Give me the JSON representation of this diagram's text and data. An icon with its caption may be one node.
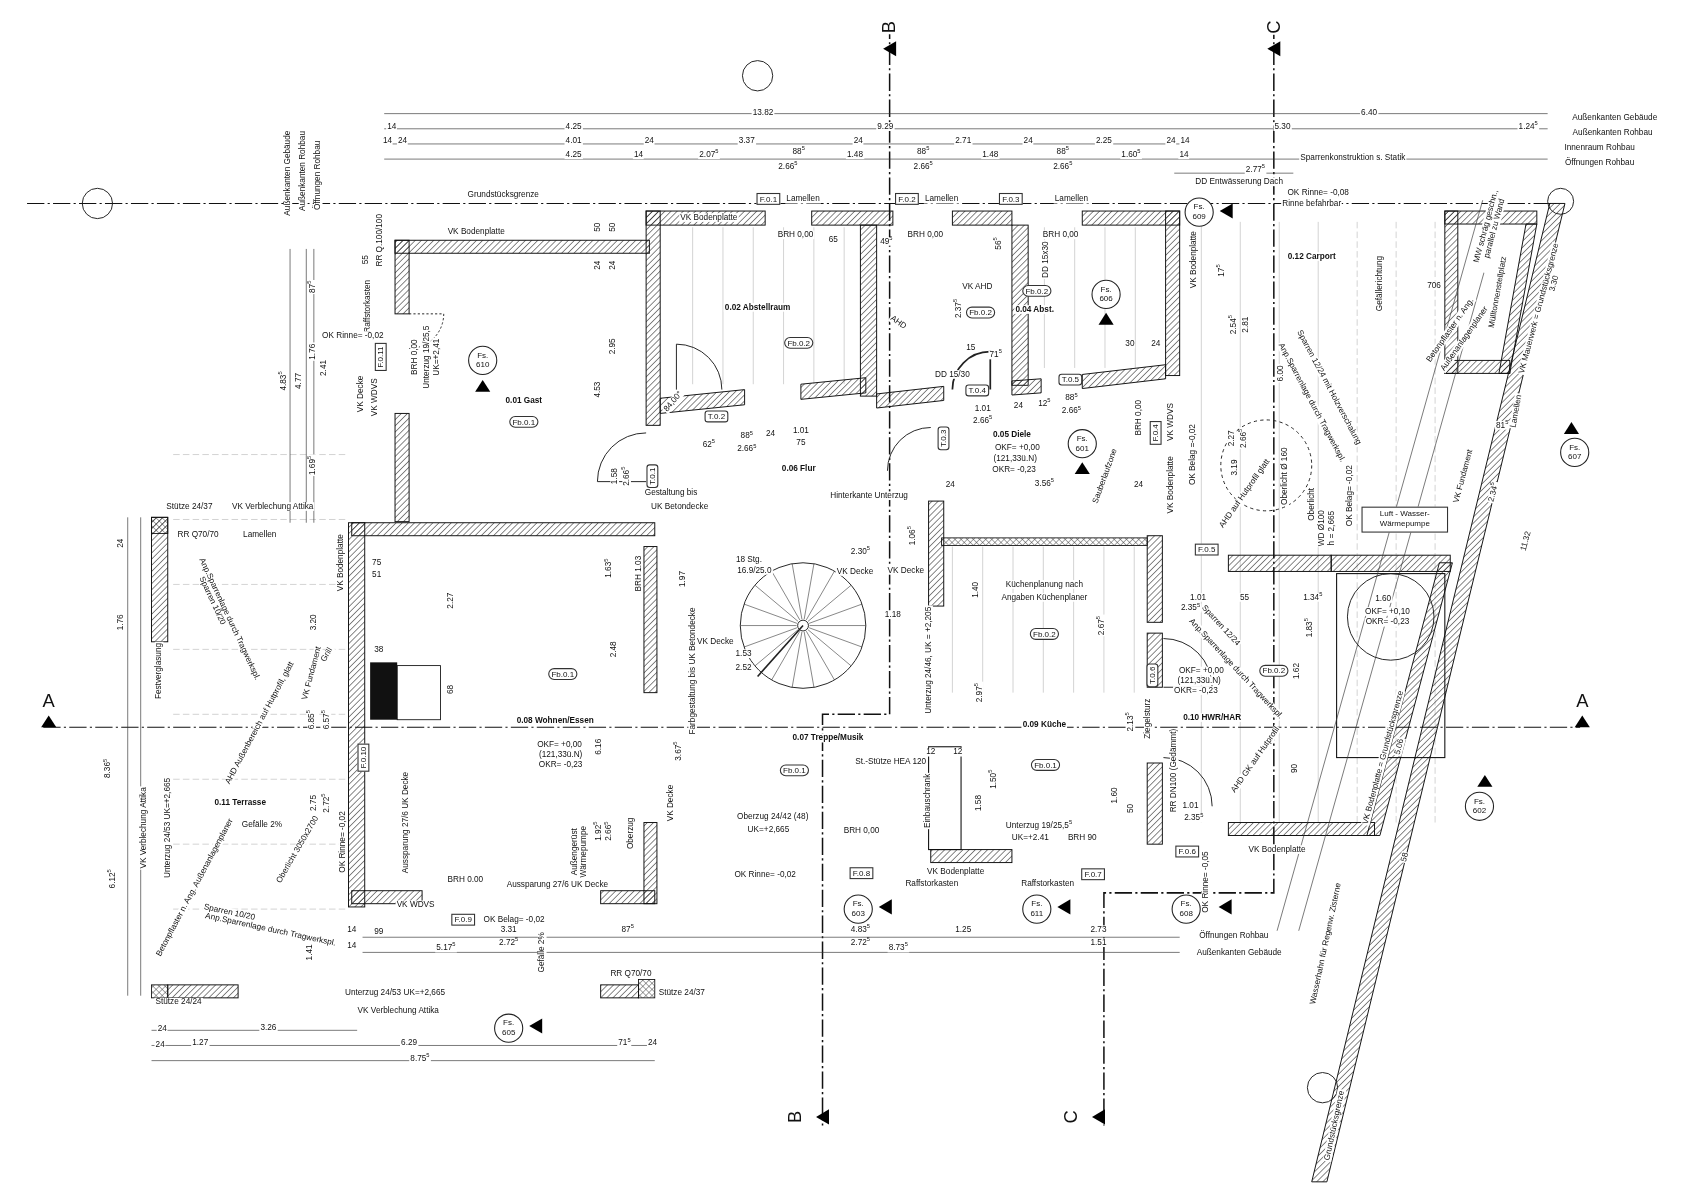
{
  "diagram": {
    "nodes": [
      {
        "text": [
          "F.0.1"
        ]
      },
      {
        "text": [
          "F.0.2"
        ]
      },
      {
        "text": [
          "F.0.3"
        ]
      },
      {
        "text": [
          "Fs. 609"
        ]
      },
      {
        "text": [
          "Fb.0.2"
        ]
      },
      {
        "text": [
          "Fs. 606"
        ]
      },
      {
        "text": [
          "Fb.0.2"
        ]
      },
      {
        "text": [
          "Fb.0.2"
        ]
      },
      {
        "text": [
          "F.0.11"
        ]
      },
      {
        "text": [
          "Fs. 610"
        ]
      },
      {
        "text": [
          "T.0.5"
        ]
      },
      {
        "text": [
          "T.0.4"
        ]
      },
      {
        "text": [
          "T.0.2"
        ]
      },
      {
        "text": [
          "Fb.0.1"
        ]
      },
      {
        "text": [
          "F.0.4"
        ]
      },
      {
        "text": [
          "T.0.3"
        ]
      },
      {
        "text": [
          "Fs. 601"
        ]
      },
      {
        "text": [
          "Fs. 607"
        ]
      },
      {
        "text": [
          "T.0.1"
        ]
      },
      {
        "text": [
          "Luft - Wasser-Wärmepumpe"
        ]
      },
      {
        "text": [
          "F.0.5"
        ]
      },
      {
        "text": [
          "Fb.0.2"
        ]
      },
      {
        "text": [
          "Fb.0.2"
        ]
      },
      {
        "text": [
          "Fb.0.1"
        ]
      },
      {
        "text": [
          "T.0.6"
        ]
      },
      {
        "text": [
          "F.0.10"
        ]
      },
      {
        "text": [
          "Fb.0.1"
        ]
      },
      {
        "text": [
          "Fb.0.1"
        ]
      },
      {
        "text": [
          "Fs. 602"
        ]
      },
      {
        "text": [
          "F.0.6"
        ]
      },
      {
        "text": [
          "F.0.8"
        ]
      },
      {
        "text": [
          "F.0.7"
        ]
      },
      {
        "text": [
          "Fs. 603"
        ]
      },
      {
        "text": [
          "Fs. 611"
        ]
      },
      {
        "text": [
          "Fs. 608"
        ]
      },
      {
        "text": [
          "F.0.9"
        ]
      },
      {
        "text": [
          "Fs. 605"
        ]
      }
    ],
    "labels": [
      "13.82",
      "6.40",
      "Außenkanten Gebäude",
      "14",
      "4.25",
      "9.29",
      "5.30",
      "1.24$^{5}$",
      "Außenkanten Rohbau",
      "14",
      "24",
      "4.01",
      "24",
      "3.37",
      "24",
      "2.71",
      "24",
      "2.25",
      "24",
      "14",
      "Innenraum Rohbau",
      "4.25",
      "14",
      "2.07$^{5}$",
      "88$^{5}$",
      "2.66$^{5}$",
      "1.48",
      "88$^{5}$",
      "2.66$^{5}$",
      "1.48",
      "88$^{5}$",
      "2.66$^{5}$",
      "1.60$^{5}$",
      "14",
      "Sparrenkonstruktion s. Statik",
      "Öffnungen Rohbau",
      "2.77$^{5}$",
      "DD Entwässerung Dach",
      "OK Rinne= -0,08",
      "Rinne befahrbar",
      "Grundstücksgrenze",
      "Außenkanten Gebäude",
      "Außenkanten Rohbau",
      "Öffnungen Rohbau",
      "4.83$^{5}$",
      "4.77",
      "87$^{5}$",
      "1.76",
      "2.41",
      "1.69$^{5}$",
      "VK Bodenplatte",
      "VK Bodenplatte",
      "RR Q.100/100",
      "55",
      "Raffstorkasten",
      "OK Rinne= -0,02",
      "BRH 0,00",
      "Unterzug 19/25,5",
      "UK=+2,41",
      "VK Decke",
      "VK WDVS",
      "0.01 Gast",
      "50",
      "50",
      "24",
      "24",
      "2.95",
      "4.53",
      "BRH 0,00",
      "65",
      "Lamellen",
      "0.02 Abstellraum",
      "84,00°",
      "62$^{5}$",
      "88$^{5}$",
      "2.66$^{5}$",
      "24",
      "1.01",
      "75",
      "0.06 Flur",
      "1.58",
      "2.66$^{5}$",
      "Gestaltung bis",
      "UK Betondecke",
      "Hinterkante Unterzug",
      "Lamellen",
      "BRH 0,00",
      "49$^{5}$",
      "56$^{5}$",
      "VK AHD",
      "2.37$^{5}$",
      "AHD",
      "15",
      "71$^{5}$",
      "DD 15/30",
      "Lamellen",
      "BRH 0,00",
      "DD 15x30",
      "0.04 Abst.",
      "VK Bodenplatte",
      "30",
      "24",
      "1.01",
      "2.66$^{5}$",
      "24",
      "12$^{5}$",
      "88$^{5}$",
      "2.66$^{5}$",
      "0.05 Diele",
      "OKF= +0,00",
      "(121,33ü.N)",
      "OKR= -0,23",
      "24",
      "3.56$^{5}$",
      "24",
      "Sauberlaufzone",
      "BRH 0,00",
      "VK WDVS",
      "VK Bodenplatte",
      "OK Belag =-0,02",
      "0.12 Carport",
      "17$^{5}$",
      "2.54$^{5}$",
      "2.81",
      "Gefällerichtung",
      "706",
      "MW schräg geschn., parallel zu Wand",
      "Mülltonnenstellplatz",
      "VK Mauerwerk = Grundstücksgrenze",
      "3.30",
      "Betonpflaster n. Ang.",
      "Außenanlagenplaner",
      "Sparren 12/24 mit Holzverschalung",
      "Anp.Sparrenlage durch Tragwerkspl.",
      "6.00",
      "Lamellen",
      "81$^{5}$",
      "VK Fundament",
      "2.27",
      "2.66$^{5}$",
      "3.19",
      "AHD auf Hutprofil glatt",
      "Oberlicht Ø 160",
      "Oberlicht",
      "OK Belag= -0,02",
      "WD Ø100",
      "h = 2,665",
      "2.34$^{5}$",
      "11.32",
      "2.30$^{5}$",
      "VK Decke",
      "1.06$^{5}$",
      "1.40",
      "Küchenplanung nach",
      "Angaben Küchenplaner",
      "2.67$^{5}$",
      "1.18",
      "2.97$^{5}$",
      "Unterzug 24/46, UK = +2,205",
      "0.09 Küche",
      "12",
      "12",
      "St.-Stütze HEA 120",
      "Einbauschrank",
      "1.58",
      "1.50$^{5}$",
      "Unterzug 19/25,5$^{5}$",
      "UK=+2.41",
      "BRH 90",
      "1.60",
      "50",
      "VK Bodenplatte",
      "Raffstorkasten",
      "Raffstorkasten",
      "Ziegelsturz",
      "2.13$^{5}$",
      "Sparren 12/24",
      "Anp.Sparrenlage durch Tragwerkspl.",
      "1.01",
      "2.35$^{5}$",
      "55",
      "1.34$^{5}$",
      "1.60",
      "OKF= +0,10",
      "OKR= -0,23",
      "1.83$^{5}$",
      "OKF= +0,00",
      "(121,33ü.N)",
      "OKR= -0,23",
      "1.62",
      "0.10 HWR/HAR",
      "AHD GK auf Hutprofil",
      "90",
      "RR DN100 (Gedämmt)",
      "1.01",
      "2.35$^{5}$",
      "VK Bodenplatte",
      "OK Rinne= -0,05",
      "VK Bodenplatte = Grundstücksgrenze",
      "5.06",
      "58",
      "Wasserhahn für Regenw. Zisterne",
      "Grundstücksgrenze",
      "Stütze 24/37",
      "VK Verblechung Attika",
      "RR Q70/70",
      "Lamellen",
      "Sparren 10/20",
      "Anp.Sparrenlage durch Tragwerkspl.",
      "VK Bodenplatte",
      "75",
      "51",
      "2.27",
      "3.20",
      "Grill",
      "VK Fundament",
      "38",
      "Festverglasung",
      "68",
      "2.48",
      "6.16",
      "1.63$^{5}$",
      "BRH 1.03",
      "1.97",
      "0.08 Wohnen/Essen",
      "OKF= +0,00",
      "(121,33ü.N)",
      "OKR= -0,23",
      "VK Verblechung Attika",
      "Unterzug 24/53 UK=+2,665",
      "AHD Außenbereich auf Hutprofil, glatt",
      "6.85$^{5}$",
      "6.57$^{5}$",
      "0.11 Terrasse",
      "Gefälle 2%",
      "2.75",
      "2.72$^{5}$",
      "OK Rinne= -0,02",
      "Aussparung 27/6 UK Decke",
      "Betonpflaster n. Ang. Außenanlagenplaner",
      "Oberlicht 3050x2700",
      "1.92$^{5}$",
      "2.66$^{5}$",
      "Oberzug",
      "VK Decke",
      "Außengerüst Wärmepumpe",
      "BRH 0.00",
      "Aussparung 27/6 UK Decke",
      "3.67$^{5}$",
      "Farbgestaltung bis UK Betondecke",
      "8.36$^{5}$",
      "6.12$^{5}$",
      "1.76",
      "24",
      "18 Stg.",
      "16.9/25.0",
      "VK Decke",
      "1.53",
      "2.52",
      "0.07 Treppe/Musik",
      "Oberzug 24/42 (48)",
      "UK=+2,665",
      "OK Rinne= -0,02",
      "BRH 0,00",
      "VK Decke",
      "VK WDVS",
      "OK Belag= -0,02",
      "99",
      "3.31",
      "2.72$^{5}$",
      "87$^{5}$",
      "4.83$^{5}$",
      "2.72$^{5}$",
      "1.25",
      "2.73",
      "1.51",
      "Öffnungen Rohbau",
      "Außenkanten Gebäude",
      "14",
      "14",
      "5.17$^{5}$",
      "8.73$^{5}$",
      "Sparren 10/20",
      "Anp.Sparrenlage durch Tragwerkspl.",
      "Gefälle 2%",
      "1.41",
      "RR Q70/70",
      "Unterzug 24/53 UK=+2,665",
      "Stütze 24/37",
      "Stütze 24/24",
      "VK Verblechung Attika",
      "24",
      "3.26",
      "24",
      "1.27",
      "6.29",
      "71$^{5}$",
      "24",
      "8.75$^{5}$",
      "B",
      "C",
      "A",
      "A",
      "B",
      "C"
    ]
  }
}
